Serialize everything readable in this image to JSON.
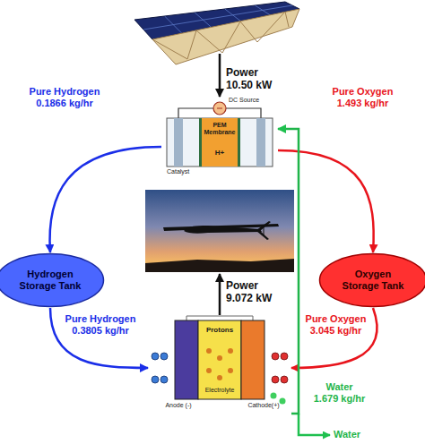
{
  "diagram": {
    "nodes": [
      {
        "text": [
          "DC Source",
          "PEM Membrane",
          "H+",
          "Catalyst"
        ]
      },
      {
        "text": [
          "Hydrogen Storage Tank"
        ]
      },
      {
        "text": [
          "Oxygen Storage Tank"
        ]
      },
      {
        "text": [
          "Protons",
          "Anode (-)",
          "Electrolyte",
          "Cathode(+)"
        ]
      }
    ],
    "edges": [
      {
        "from": 0,
        "to": 1,
        "label": "Pure Hydrogen 0.1866 kg/hr",
        "arrow": "to"
      },
      {
        "from": 0,
        "to": 2,
        "label": "Pure Oxygen 1.493 kg/hr",
        "arrow": "to"
      },
      {
        "from": 1,
        "to": 3,
        "label": "Pure Hydrogen 0.3805 kg/hr",
        "arrow": "to"
      },
      {
        "from": 2,
        "to": 3,
        "label": "Pure Oxygen 3.045 kg/hr",
        "arrow": "to"
      },
      {
        "from": 3,
        "to": 0,
        "label": "Water 1.679 kg/hr",
        "arrow": "to"
      }
    ],
    "labels": [
      "Power 10.50 kW",
      "Power 9.072 kW",
      "Water"
    ]
  }
}
